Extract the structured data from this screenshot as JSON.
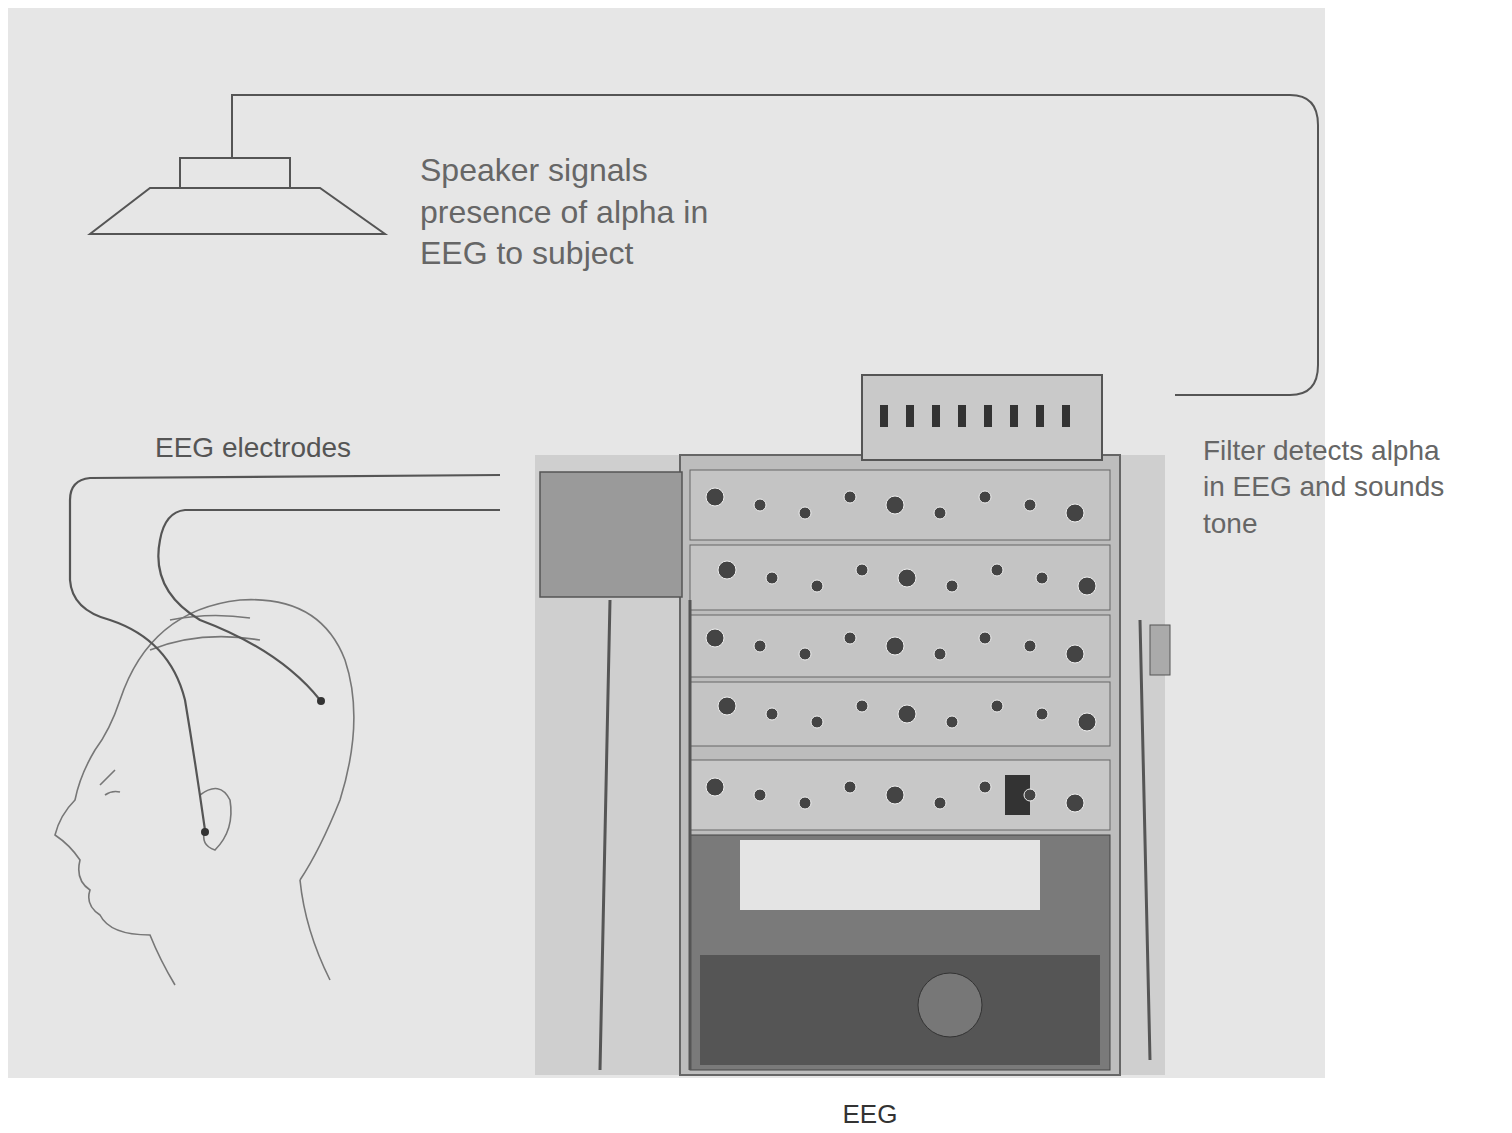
{
  "diagram": {
    "caption": "EEG",
    "labels": [
      "Speaker signals presence of alpha in EEG to subject",
      "EEG electrodes",
      "Filter detects alpha in EEG and sounds tone"
    ]
  }
}
